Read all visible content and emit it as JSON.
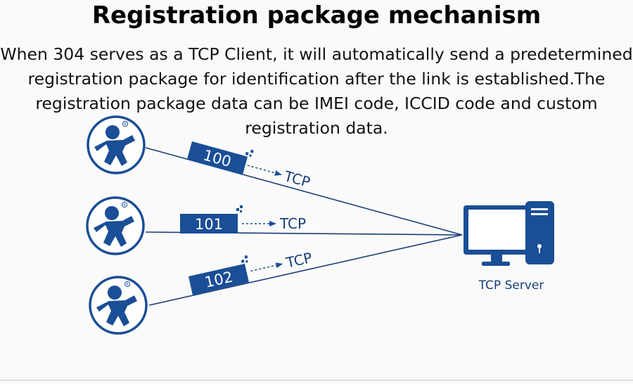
{
  "title": "Registration package mechanism",
  "description_lines": [
    "When 304 serves as a TCP Client, it will automatically send a predetermined",
    "registration package for identification after the link is established.The",
    "registration package data can be IMEI code, ICCID code and custom",
    "registration data."
  ],
  "clients": [
    {
      "id": "100",
      "protocol": "TCP",
      "icon": "user-icon"
    },
    {
      "id": "101",
      "protocol": "TCP",
      "icon": "user-icon"
    },
    {
      "id": "102",
      "protocol": "TCP",
      "icon": "user-icon"
    }
  ],
  "server": {
    "label": "TCP Server",
    "icon": "computer-icon"
  },
  "colors": {
    "accent": "#1a4e96",
    "line": "#1a3e78"
  }
}
